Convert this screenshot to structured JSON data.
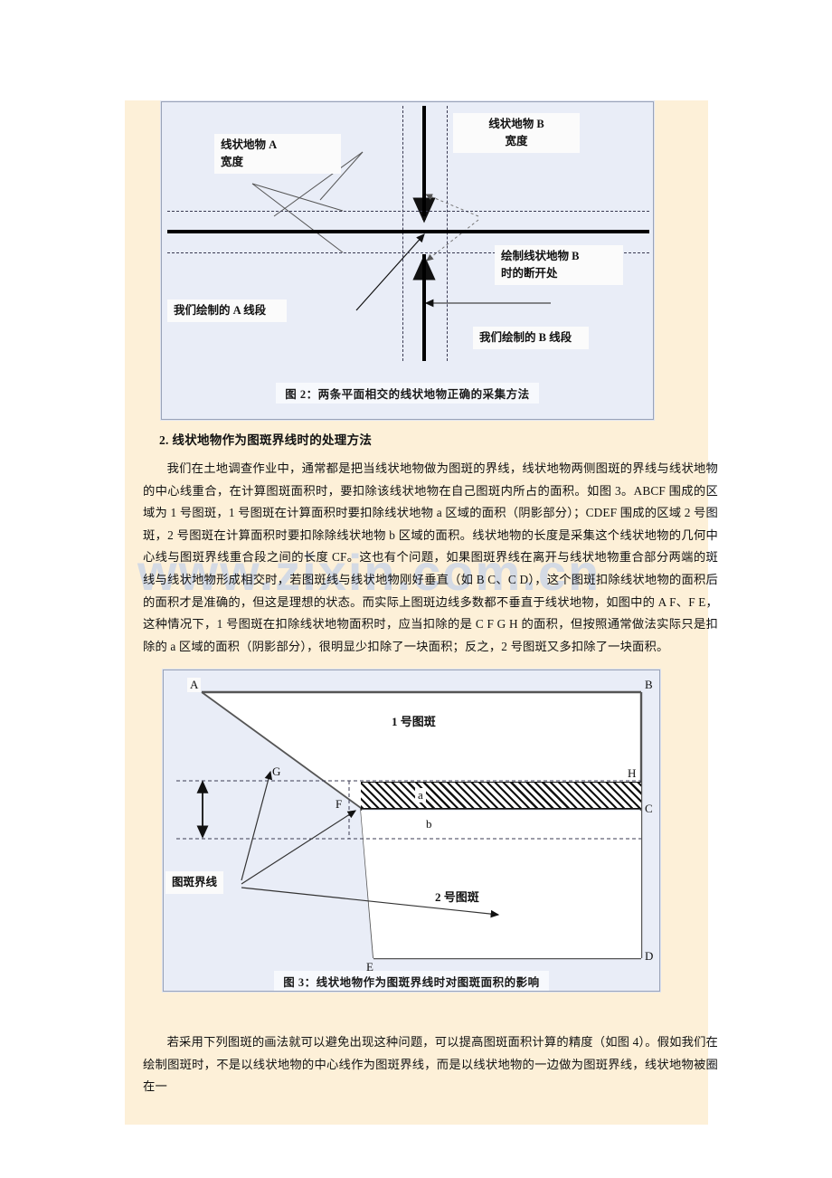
{
  "page": {
    "background": "#ffffff",
    "content_background": "#fdf0d8",
    "watermark": "www.zixin.com.cn",
    "watermark_color": "#c7d3e8"
  },
  "figure2": {
    "caption": "图 2：两条平面相交的线状地物正确的采集方法",
    "background": "#e9edf7",
    "labels": {
      "width_a": "线状地物 A\n宽度",
      "width_b": "线状地物 B\n宽度",
      "segment_a": "我们绘制的 A 线段",
      "segment_b": "我们绘制的 B 线段",
      "break_point": "绘制线状地物 B\n时的断开处"
    }
  },
  "section_heading": "2. 线状地物作为图斑界线时的处理方法",
  "paragraph1": "我们在土地调查作业中，通常都是把当线状地物做为图斑的界线，线状地物两侧图斑的界线与线状地物的中心线重合，在计算图斑面积时，要扣除该线状地物在自己图斑内所占的面积。如图 3。ABCF 围成的区域为 1 号图斑，1 号图斑在计算面积时要扣除线状地物 a 区域的面积（阴影部分）；CDEF 围成的区域 2 号图斑，2 号图斑在计算面积时要扣除除线状地物 b 区域的面积。线状地物的长度是采集这个线状地物的几何中心线与图斑界线重合段之间的长度 CF。这也有个问题，如果图斑界线在离开与线状地物重合部分两端的斑线与线状地物形成相交时，若图斑线与线状地物刚好垂直（如 B C、C D），这个图斑扣除线状地物的面积后的面积才是准确的，但这是理想的状态。而实际上图斑边线多数都不垂直于线状地物，如图中的 A F、F E，这种情况下，1 号图斑在扣除线状地物面积时，应当扣除的是 C F G H 的面积，但按照通常做法实际只是扣除的 a 区域的面积（阴影部分），很明显少扣除了一块面积；反之，2 号图斑又多扣除了一块面积。",
  "figure3": {
    "caption": "图 3：线状地物作为图斑界线时对图斑面积的影响",
    "background": "#e9edf7",
    "vertices": [
      "A",
      "B",
      "C",
      "D",
      "E",
      "F",
      "G",
      "H"
    ],
    "region_labels": {
      "patch1": "1 号图斑",
      "patch2": "2 号图斑",
      "area_a": "a",
      "area_b": "b"
    },
    "annotation": "图斑界线"
  },
  "paragraph2": "若采用下列图斑的画法就可以避免出现这种问题，可以提高图斑面积计算的精度（如图 4）。假如我们在绘制图斑时，不是以线状地物的中心线作为图斑界线，而是以线状地物的一边做为图斑界线，线状地物被圈在一"
}
